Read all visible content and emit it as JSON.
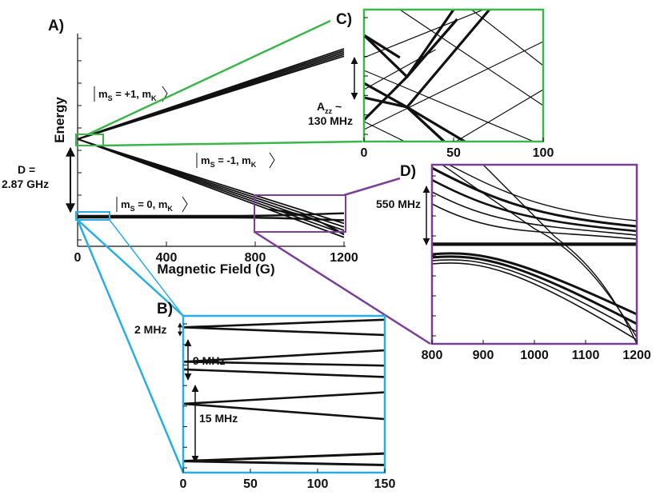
{
  "colors": {
    "green": "#3cb54a",
    "cyan": "#27aee5",
    "purple": "#7b3f98",
    "line": "#111111"
  },
  "chart_data": [
    {
      "panel": "A",
      "panel_label": "A)",
      "type": "line",
      "xlabel": "Magnetic Field (G)",
      "ylabel": "Energy",
      "xlim": [
        0,
        1200
      ],
      "x_ticks": [
        "0",
        "400",
        "800",
        "1200"
      ],
      "annotations": {
        "d_label": "D =",
        "d_value": "2.87 GHz",
        "state_plus": {
          "pre": "m",
          "sub": "S",
          "mid": " = +1, m",
          "sub2": "K"
        },
        "state_minus": {
          "pre": "m",
          "sub": "S",
          "mid": " = -1, m",
          "sub2": "K"
        },
        "state_zero": {
          "pre": "m",
          "sub": "S",
          "mid": " = 0, m",
          "sub2": "K"
        }
      },
      "series": [
        {
          "values": [
            [
              0,
              2.88
            ],
            [
              1200,
              6.25
            ]
          ]
        },
        {
          "values": [
            [
              0,
              2.876
            ],
            [
              1200,
              6.18
            ]
          ]
        },
        {
          "values": [
            [
              0,
              2.872
            ],
            [
              1200,
              6.11
            ]
          ]
        },
        {
          "values": [
            [
              0,
              2.868
            ],
            [
              1200,
              6.04
            ]
          ]
        },
        {
          "values": [
            [
              0,
              2.864
            ],
            [
              1200,
              5.97
            ]
          ]
        },
        {
          "values": [
            [
              0,
              2.88
            ],
            [
              1200,
              -0.8
            ]
          ]
        },
        {
          "values": [
            [
              0,
              2.876
            ],
            [
              1200,
              -0.67
            ]
          ]
        },
        {
          "values": [
            [
              0,
              2.872
            ],
            [
              1200,
              -0.54
            ]
          ]
        },
        {
          "values": [
            [
              0,
              2.868
            ],
            [
              1200,
              -0.41
            ]
          ]
        },
        {
          "values": [
            [
              0,
              2.864
            ],
            [
              1200,
              -0.28
            ]
          ]
        },
        {
          "values": [
            [
              0,
              0.0
            ],
            [
              1200,
              0.0
            ]
          ]
        }
      ]
    },
    {
      "panel": "B",
      "panel_label": "B)",
      "type": "line",
      "xlim": [
        0,
        150
      ],
      "x_ticks": [
        "0",
        "50",
        "100",
        "150"
      ],
      "annotations": {
        "a1": "2 MHz",
        "a2": "9 MHz",
        "a3": "15 MHz"
      },
      "series": [
        {
          "values": [
            [
              0,
              0
            ],
            [
              150,
              -2
            ]
          ]
        },
        {
          "values": [
            [
              0,
              0
            ],
            [
              150,
              2
            ]
          ]
        },
        {
          "values": [
            [
              0,
              -9
            ],
            [
              150,
              -10
            ]
          ]
        },
        {
          "values": [
            [
              0,
              -9
            ],
            [
              150,
              -6
            ]
          ]
        },
        {
          "values": [
            [
              0,
              -11
            ],
            [
              150,
              -13
            ]
          ]
        },
        {
          "values": [
            [
              0,
              -20
            ],
            [
              150,
              -17
            ]
          ]
        },
        {
          "values": [
            [
              0,
              -20
            ],
            [
              150,
              -24
            ]
          ]
        },
        {
          "values": [
            [
              0,
              -35
            ],
            [
              150,
              -33
            ]
          ]
        },
        {
          "values": [
            [
              0,
              -35
            ],
            [
              150,
              -36
            ]
          ]
        }
      ]
    },
    {
      "panel": "C",
      "panel_label": "C)",
      "type": "line",
      "xlim": [
        0,
        100
      ],
      "x_ticks": [
        "0",
        "50",
        "100"
      ],
      "annotations": {
        "a_label": "A",
        "a_sub": "zz",
        "a_tilde": " ~",
        "a_value": "130 MHz"
      },
      "series": [
        {
          "values": [
            [
              0,
              60
            ],
            [
              100,
              170
            ]
          ]
        },
        {
          "values": [
            [
              0,
              60
            ],
            [
              100,
              -50
            ]
          ]
        },
        {
          "values": [
            [
              0,
              -70
            ],
            [
              100,
              40
            ]
          ]
        },
        {
          "values": [
            [
              0,
              -70
            ],
            [
              100,
              -180
            ]
          ]
        },
        {
          "values": [
            [
              0,
              190
            ],
            [
              100,
              80
            ]
          ]
        }
      ]
    },
    {
      "panel": "D",
      "panel_label": "D)",
      "type": "line",
      "xlim": [
        800,
        1200
      ],
      "x_ticks": [
        "800",
        "900",
        "1000",
        "1100",
        "1200"
      ],
      "annotations": {
        "a1": "550 MHz"
      },
      "series": [
        {
          "values": [
            [
              800,
              0
            ],
            [
              1200,
              0
            ]
          ]
        }
      ]
    }
  ]
}
